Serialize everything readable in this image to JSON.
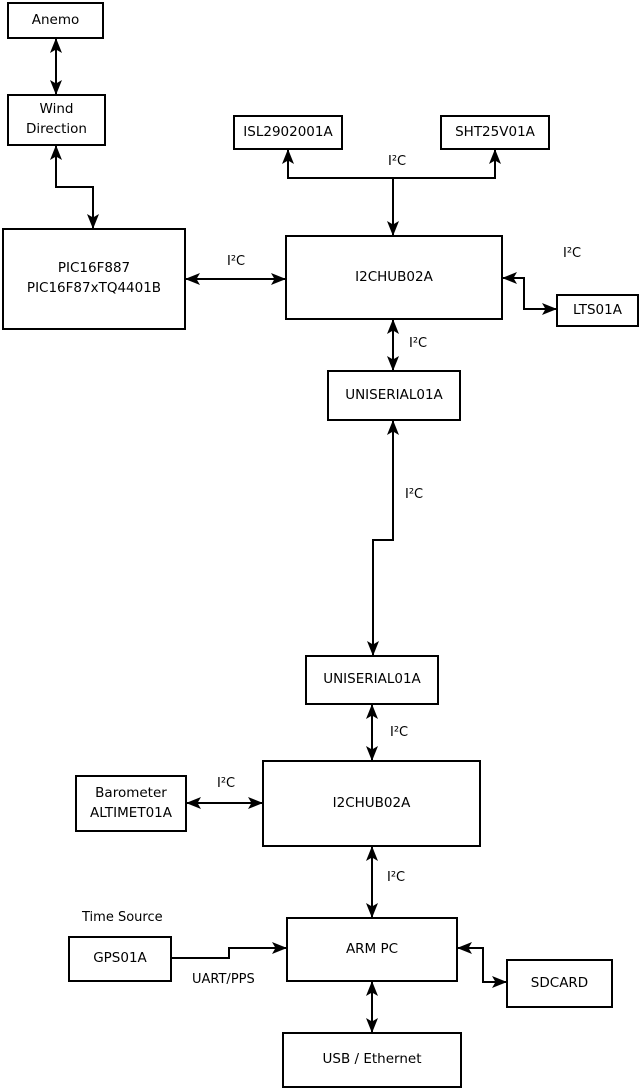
{
  "diagram": {
    "background_color": "#ffffff",
    "line_color": "#000000",
    "text_color": "#000000",
    "nodes": {
      "anemo": {
        "label": "Anemo"
      },
      "wind": {
        "label": "Wind\nDirection"
      },
      "pic": {
        "label": "PIC16F887\nPIC16F87xTQ4401B"
      },
      "isl": {
        "label": "ISL2902001A"
      },
      "sht": {
        "label": "SHT25V01A"
      },
      "hub1": {
        "label": "I2CHUB02A"
      },
      "lts": {
        "label": "LTS01A"
      },
      "uniserial1": {
        "label": "UNISERIAL01A"
      },
      "uniserial2": {
        "label": "UNISERIAL01A"
      },
      "barometer": {
        "label": "Barometer\nALTIMET01A"
      },
      "hub2": {
        "label": "I2CHUB02A"
      },
      "gps": {
        "label": "GPS01A"
      },
      "armpc": {
        "label": "ARM PC"
      },
      "sdcard": {
        "label": "SDCARD"
      },
      "usb": {
        "label": "USB / Ethernet"
      }
    },
    "labels": {
      "i2c": "I²C",
      "uart_pps": "UART/PPS",
      "time_source": "Time Source"
    },
    "edges": [
      {
        "from": "anemo",
        "to": "wind",
        "direction": "bidirectional",
        "label": ""
      },
      {
        "from": "wind",
        "to": "pic",
        "direction": "bidirectional",
        "label": ""
      },
      {
        "from": "pic",
        "to": "hub1",
        "direction": "bidirectional",
        "label": "I²C"
      },
      {
        "from": "hub1",
        "to": "isl",
        "direction": "to",
        "label": "I²C"
      },
      {
        "from": "hub1",
        "to": "sht",
        "direction": "to",
        "label": "I²C"
      },
      {
        "from": "hub1",
        "to": "lts",
        "direction": "bidirectional",
        "label": "I²C"
      },
      {
        "from": "hub1",
        "to": "uniserial1",
        "direction": "bidirectional",
        "label": "I²C"
      },
      {
        "from": "uniserial1",
        "to": "uniserial2",
        "direction": "bidirectional",
        "label": "I²C"
      },
      {
        "from": "uniserial2",
        "to": "hub2",
        "direction": "bidirectional",
        "label": "I²C"
      },
      {
        "from": "barometer",
        "to": "hub2",
        "direction": "bidirectional",
        "label": "I²C"
      },
      {
        "from": "hub2",
        "to": "armpc",
        "direction": "bidirectional",
        "label": "I²C"
      },
      {
        "from": "gps",
        "to": "armpc",
        "direction": "to",
        "label": "UART/PPS"
      },
      {
        "from": "armpc",
        "to": "sdcard",
        "direction": "bidirectional",
        "label": ""
      },
      {
        "from": "armpc",
        "to": "usb",
        "direction": "bidirectional",
        "label": ""
      }
    ]
  }
}
